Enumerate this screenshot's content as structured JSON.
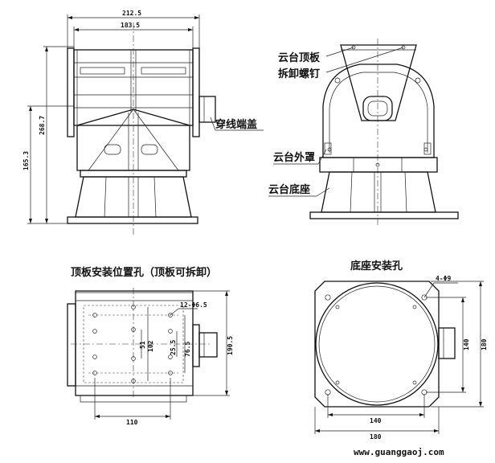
{
  "dimensions": {
    "front_width_overall": "212.5",
    "front_width_inner": "183.5",
    "front_height_upper": "268.7",
    "front_height_total": "165.3",
    "top_hole_spec": "12-Φ6.5",
    "top_w110": "110",
    "top_h190": "190.5",
    "top_102": "102",
    "top_51": "51",
    "top_25": "25.5",
    "top_76": "76.5",
    "base_holes": "4-Φ9",
    "base_140_w": "140",
    "base_180_w": "180",
    "base_140_h": "140",
    "base_180_h": "180"
  },
  "labels": {
    "top_plate_screw_1": "云台顶板",
    "top_plate_screw_2": "拆卸螺钉",
    "cable_cover": "穿线端盖",
    "outer_cover": "云台外罩",
    "base": "云台底座"
  },
  "titles": {
    "top_plate": "顶板安装位置孔（顶板可拆卸）",
    "base": "底座安装孔"
  },
  "website": "www.guanggaoj.com"
}
